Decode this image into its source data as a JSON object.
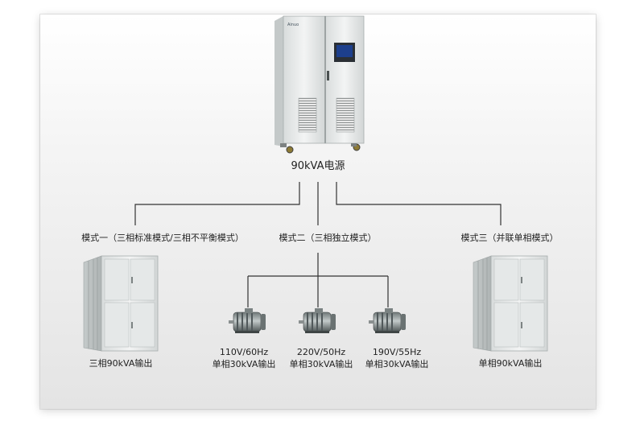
{
  "source": {
    "label": "90kVA电源",
    "brand": "Ainuo"
  },
  "modes": [
    {
      "label": "模式一（三相标准模式/三相不平衡模式）",
      "output": "三相90kVA输出"
    },
    {
      "label": "模式二（三相独立模式）"
    },
    {
      "label": "模式三（并联单相模式）",
      "output": "单相90kVA输出"
    }
  ],
  "motors": [
    {
      "rating": "110V/60Hz",
      "output": "单相30kVA输出"
    },
    {
      "rating": "220V/50Hz",
      "output": "单相30kVA输出"
    },
    {
      "rating": "190V/55Hz",
      "output": "单相30kVA输出"
    }
  ],
  "colors": {
    "line": "#333333",
    "screen": "#1d3f8c",
    "cabinet": "#e9ecec"
  },
  "icons": [
    "power-cabinet-icon",
    "storage-cabinet-icon",
    "motor-icon"
  ]
}
